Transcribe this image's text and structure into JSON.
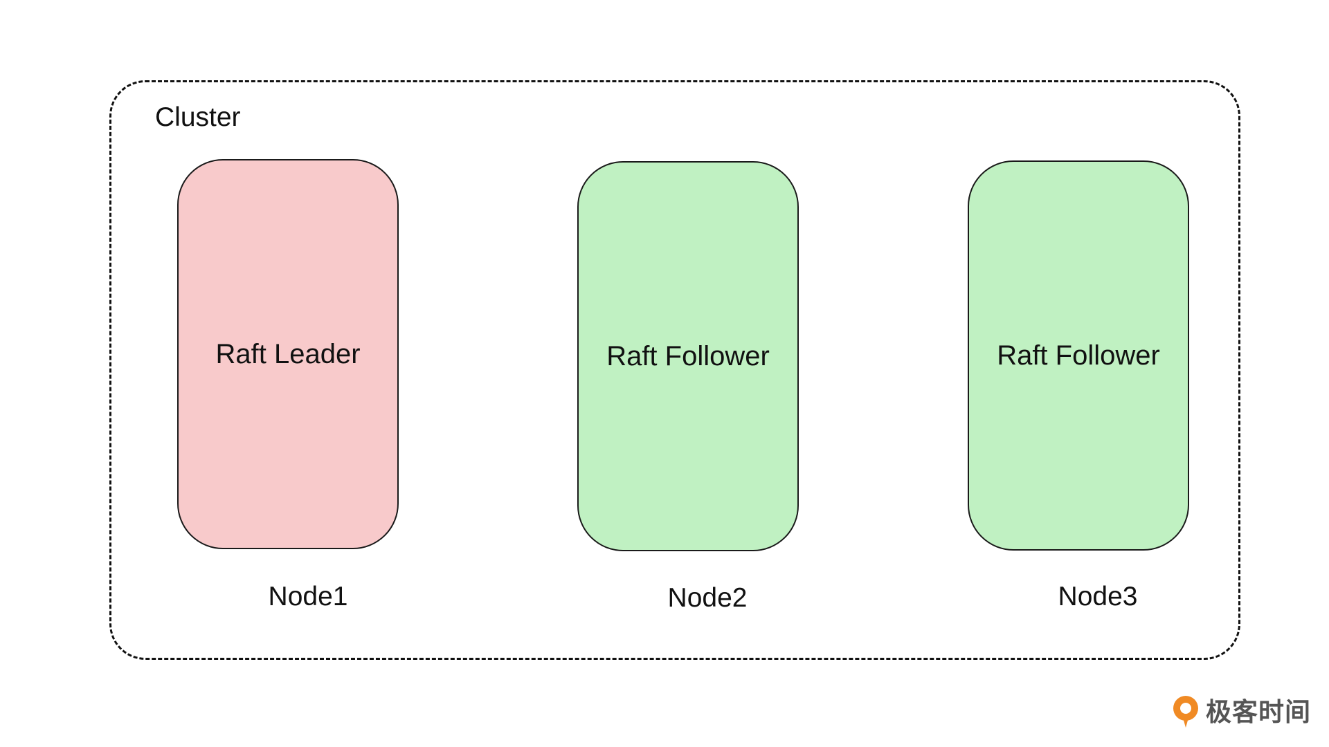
{
  "cluster": {
    "label": "Cluster"
  },
  "nodes": [
    {
      "role": "Raft Leader",
      "name": "Node1",
      "color": "#f8cacb"
    },
    {
      "role": "Raft Follower",
      "name": "Node2",
      "color": "#c0f1c2"
    },
    {
      "role": "Raft Follower",
      "name": "Node3",
      "color": "#c0f1c2"
    }
  ],
  "colors": {
    "leader": "#f8cacb",
    "follower": "#c0f1c2",
    "stroke": "#111111",
    "brand_accent": "#f08a24"
  },
  "brand": {
    "icon": "geektime-logo-icon",
    "text": "极客时间"
  }
}
